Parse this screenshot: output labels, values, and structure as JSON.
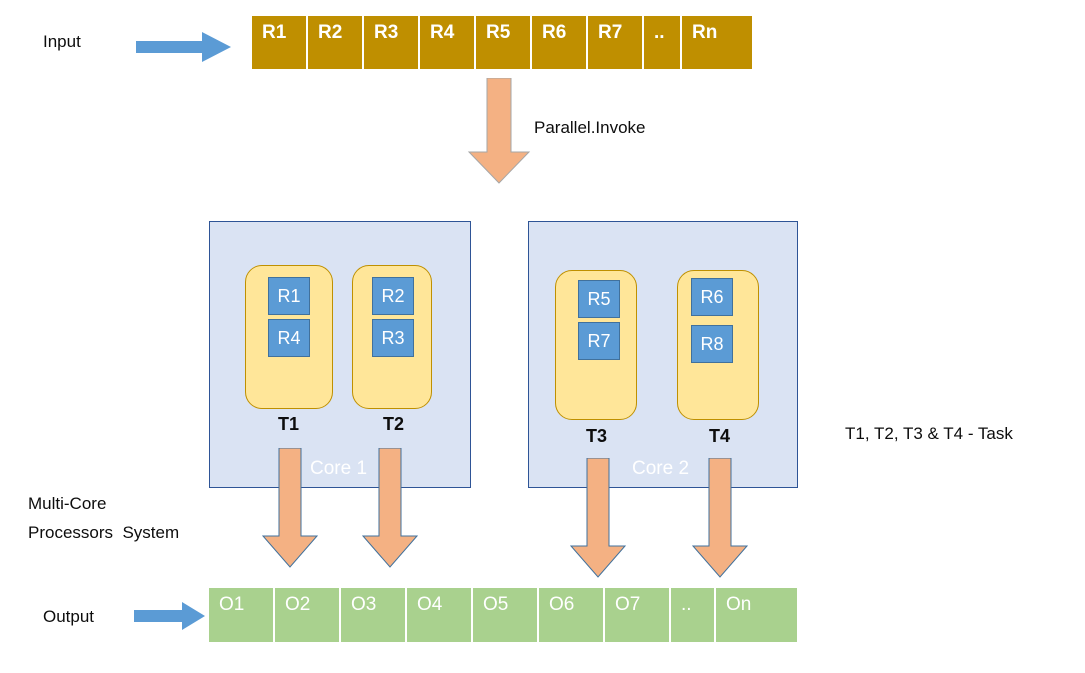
{
  "diagram": {
    "title_text_labels": {
      "input": "Input",
      "output": "Output",
      "parallel_invoke": "Parallel.Invoke",
      "legend": "T1, T2, T3 & T4 - Task",
      "system_line1": "Multi-Core",
      "system_line2": "Processors  System"
    },
    "input_row": {
      "cells": [
        "R1",
        "R2",
        "R3",
        "R4",
        "R5",
        "R6",
        "R7",
        "..",
        "Rn"
      ],
      "widths": [
        56,
        56,
        56,
        56,
        56,
        56,
        56,
        38,
        70
      ],
      "color": "#bf8f00",
      "text_color": "#ffffff"
    },
    "output_row": {
      "cells": [
        "O1",
        "O2",
        "O3",
        "O4",
        "O5",
        "O6",
        "O7",
        "..",
        "On"
      ],
      "widths": [
        66,
        66,
        66,
        66,
        66,
        66,
        66,
        45,
        81
      ],
      "color": "#a9d18e",
      "text_color": "#ffffff"
    },
    "cores": [
      {
        "name": "Core 1",
        "label": "Core 1",
        "tasks": [
          {
            "name": "T1",
            "label": "T1",
            "requests": [
              "R1",
              "R4"
            ]
          },
          {
            "name": "T2",
            "label": "T2",
            "requests": [
              "R2",
              "R3"
            ]
          }
        ]
      },
      {
        "name": "Core 2",
        "label": "Core 2",
        "tasks": [
          {
            "name": "T3",
            "label": "T3",
            "requests": [
              "R5",
              "R7"
            ]
          },
          {
            "name": "T4",
            "label": "T4",
            "requests": [
              "R6",
              "R8"
            ]
          }
        ]
      }
    ],
    "colors": {
      "input_fill": "#bf8f00",
      "output_fill": "#a9d18e",
      "core_fill": "#dae3f3",
      "core_border": "#2e5496",
      "task_fill": "#ffe699",
      "task_border": "#bf9000",
      "request_fill": "#5b9bd5",
      "request_border": "#41719c",
      "arrow_blue": "#5b9bd5",
      "arrow_peach": "#f4b183",
      "arrow_peach_border": "#41719c"
    },
    "arrows": {
      "input_arrow": "blue-right-arrow",
      "output_arrow": "blue-right-arrow",
      "dispatch_arrow": "peach-down-arrow",
      "result_arrows": "peach-down-arrow"
    }
  }
}
